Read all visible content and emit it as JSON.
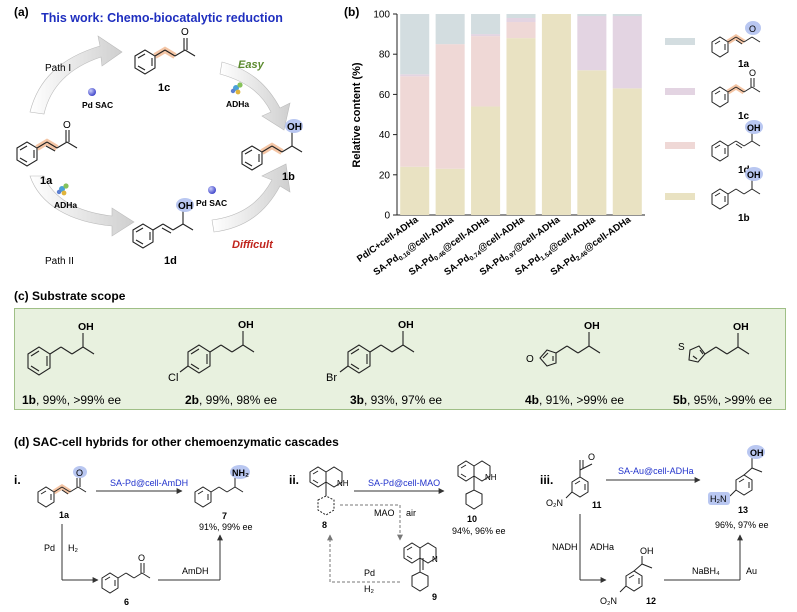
{
  "panel_a": {
    "label": "(a)",
    "title": "This work: Chemo-biocatalytic reduction",
    "path1": "Path I",
    "path2": "Path II",
    "easy": "Easy",
    "difficult": "Difficult",
    "pd_sac": "Pd SAC",
    "adha": "ADHa",
    "cpd_1a": "1a",
    "cpd_1b": "1b",
    "cpd_1c": "1c",
    "cpd_1d": "1d",
    "oh": "OH",
    "o": "O"
  },
  "panel_b": {
    "label": "(b)",
    "legend": [
      "1a",
      "1c",
      "1d",
      "1b"
    ],
    "chart_data": {
      "type": "bar",
      "stacked": true,
      "ylabel": "Relative content (%)",
      "ylim": [
        0,
        100
      ],
      "yticks": [
        0,
        20,
        40,
        60,
        80,
        100
      ],
      "categories": [
        "Pd/C+cell-ADHa",
        "SA-Pd0.16@cell-ADHa",
        "SA-Pd0.46@cell-ADHa",
        "SA-Pd0.74@cell-ADHa",
        "SA-Pd0.97@cell-ADHa",
        "SA-Pd1.54@cell-ADHa",
        "SA-Pd2.46@cell-ADHa"
      ],
      "category_labels": [
        {
          "pre": "Pd/C+cell-ADHa",
          "sub": "",
          "post": ""
        },
        {
          "pre": "SA-Pd",
          "sub": "0.16",
          "post": "@cell-ADHa"
        },
        {
          "pre": "SA-Pd",
          "sub": "0.46",
          "post": "@cell-ADHa"
        },
        {
          "pre": "SA-Pd",
          "sub": "0.74",
          "post": "@cell-ADHa"
        },
        {
          "pre": "SA-Pd",
          "sub": "0.97",
          "post": "@cell-ADHa"
        },
        {
          "pre": "SA-Pd",
          "sub": "1.54",
          "post": "@cell-ADHa"
        },
        {
          "pre": "SA-Pd",
          "sub": "2.46",
          "post": "@cell-ADHa"
        }
      ],
      "series": [
        {
          "key": "1b",
          "color": "#e9e2c2",
          "values": [
            24,
            23,
            54,
            88,
            100,
            72,
            63
          ]
        },
        {
          "key": "1d",
          "color": "#efd8d6",
          "values": [
            45,
            62,
            35,
            8,
            0,
            0,
            0
          ]
        },
        {
          "key": "1c",
          "color": "#e3d4e2",
          "values": [
            1,
            0,
            1,
            2,
            0,
            27,
            36
          ]
        },
        {
          "key": "1a",
          "color": "#d3dde0",
          "values": [
            30,
            15,
            10,
            2,
            0,
            1,
            1
          ]
        }
      ]
    }
  },
  "panel_c": {
    "label": "(c) Substrate scope",
    "items": [
      {
        "cpd": "1b",
        "text": ", 99%, >99% ee",
        "sub": ""
      },
      {
        "cpd": "2b",
        "text": ", 99%, 98% ee",
        "sub": "Cl"
      },
      {
        "cpd": "3b",
        "text": ", 93%, 97% ee",
        "sub": "Br"
      },
      {
        "cpd": "4b",
        "text": ", 91%, >99% ee",
        "sub": "O"
      },
      {
        "cpd": "5b",
        "text": ", 95%, >99% ee",
        "sub": "S"
      }
    ]
  },
  "panel_d": {
    "label": "(d) SAC-cell hybrids for other chemoenzymatic cascades",
    "i": {
      "roman": "i.",
      "catalyst": "SA-Pd@cell-AmDH",
      "sm": "1a",
      "product": "7",
      "yield": "91%, 99% ee",
      "pd": "Pd",
      "h2": "H₂",
      "amdh": "AmDH",
      "intermediate": "6",
      "nh2": "NH₂",
      "o": "O"
    },
    "ii": {
      "roman": "ii.",
      "catalyst": "SA-Pd@cell-MAO",
      "sm": "8",
      "product": "10",
      "intermediate": "9",
      "mao": "MAO",
      "air": "air",
      "pd": "Pd",
      "h2": "H₂",
      "yield": "94%, 96% ee",
      "nh": "NH",
      "n": "N"
    },
    "iii": {
      "roman": "iii.",
      "catalyst": "SA-Au@cell-ADHa",
      "sm": "11",
      "product": "13",
      "intermediate": "12",
      "nadh": "NADH",
      "adha": "ADHa",
      "nabh4": "NaBH₄",
      "au": "Au",
      "yield": "96%, 97% ee",
      "o2n": "O₂N",
      "h2n": "H₂N",
      "o": "O",
      "oh": "OH"
    }
  },
  "colors": {
    "title_blue": "#1f2fbf",
    "easy_green": "#5b8a2e",
    "difficult_red": "#c0241c",
    "highlight_orange": "#f1b68f",
    "highlight_blue": "#b9c7f1",
    "scope_bg": "#e8f1df"
  }
}
